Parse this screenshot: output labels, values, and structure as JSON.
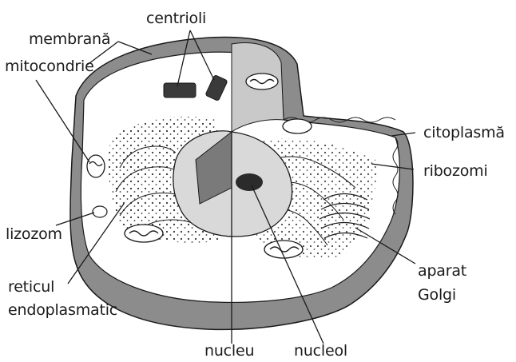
{
  "figure": {
    "labels": {
      "centrioli": "centrioli",
      "membrana": "membrană",
      "mitocondrie": "mitocondrie",
      "citoplasma": "citoplasmă",
      "ribozomi": "ribozomi",
      "lizozom": "lizozom",
      "aparat_line1": "aparat",
      "aparat_line2": "Golgi",
      "reticul_line1": "reticul",
      "reticul_line2": "endoplasmatic",
      "nucleu": "nucleu",
      "nucleol": "nucleol"
    },
    "colors": {
      "gray_band": "#8c8c8c",
      "section_face": "#c9c9c9",
      "cytoplasm": "#ffffff",
      "nucleus_light": "#d9d9d9",
      "nucleus_dark": "#7a7a7a",
      "nucleolus": "#2b2b2b",
      "ink": "#1a1a1a"
    }
  }
}
